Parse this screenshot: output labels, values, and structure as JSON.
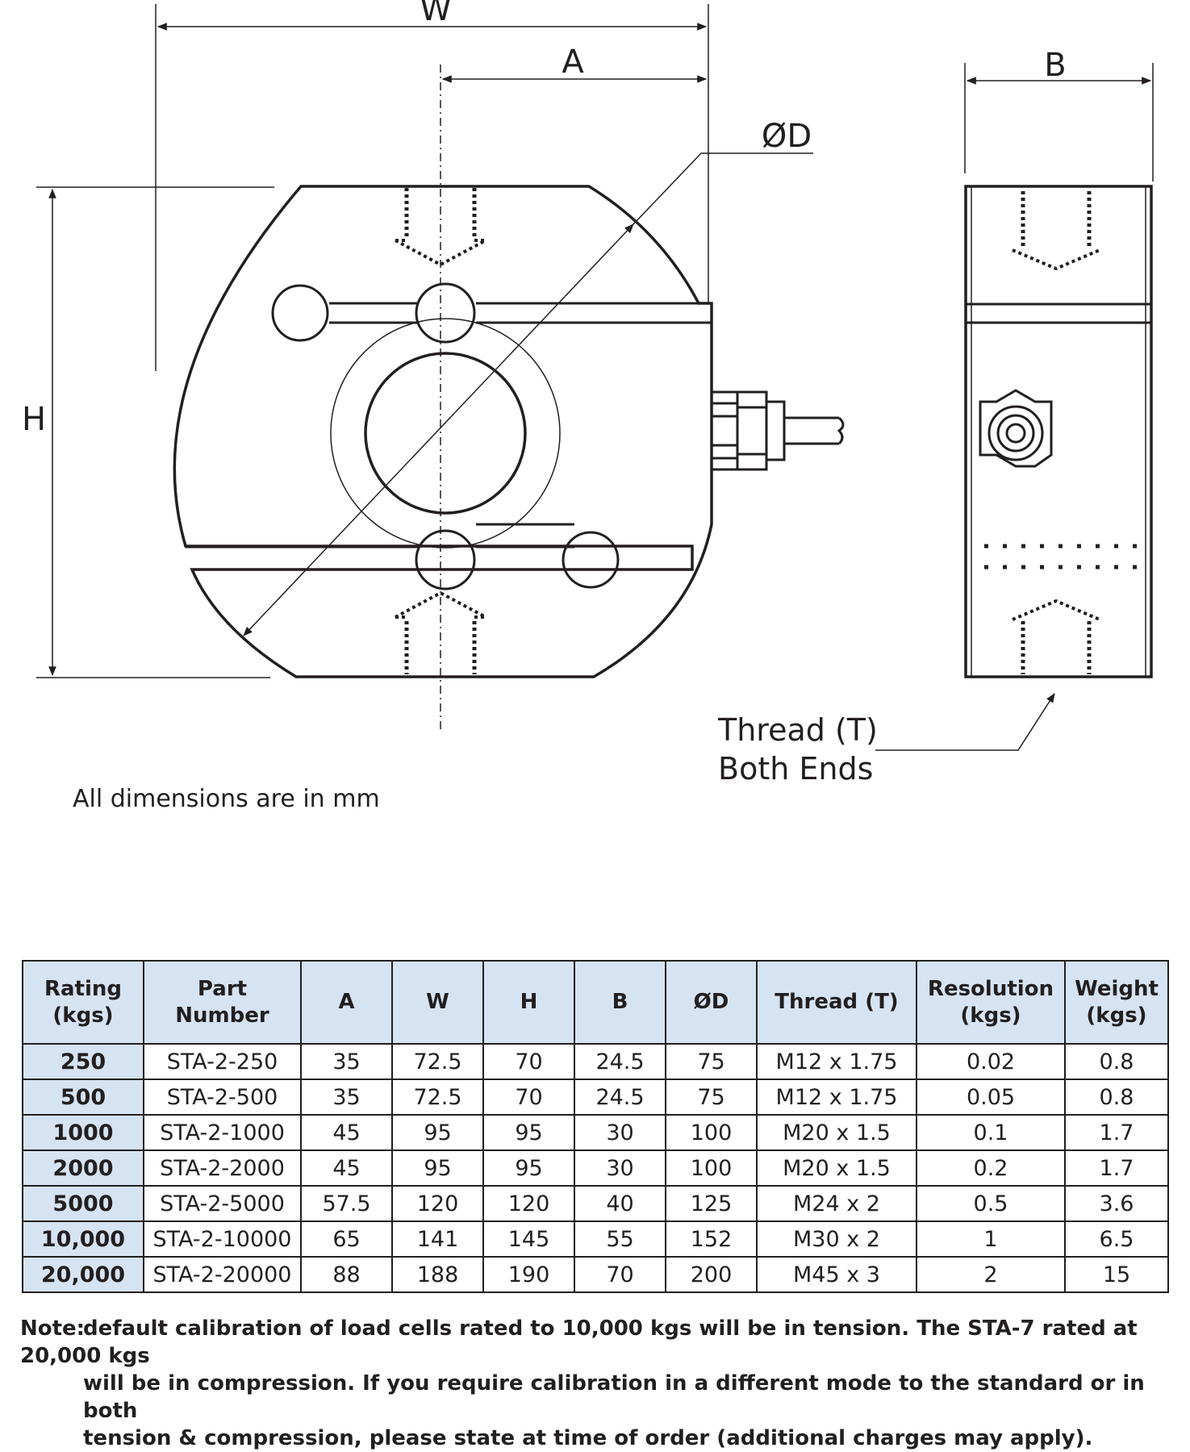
{
  "drawing": {
    "dimension_labels": {
      "w": "W",
      "a": "A",
      "b": "B",
      "d": "ØD",
      "h": "H"
    },
    "thread_callout": {
      "line1": "Thread (T)",
      "line2": "Both Ends"
    },
    "units_note": "All dimensions are in mm"
  },
  "table": {
    "headers": [
      [
        "Rating",
        "(kgs)"
      ],
      [
        "Part",
        "Number"
      ],
      [
        "A"
      ],
      [
        "W"
      ],
      [
        "H"
      ],
      [
        "B"
      ],
      [
        "ØD"
      ],
      [
        "Thread (T)"
      ],
      [
        "Resolution",
        "(kgs)"
      ],
      [
        "Weight",
        "(kgs)"
      ]
    ],
    "rows": [
      [
        "250",
        "STA-2-250",
        "35",
        "72.5",
        "70",
        "24.5",
        "75",
        "M12 x 1.75",
        "0.02",
        "0.8"
      ],
      [
        "500",
        "STA-2-500",
        "35",
        "72.5",
        "70",
        "24.5",
        "75",
        "M12 x 1.75",
        "0.05",
        "0.8"
      ],
      [
        "1000",
        "STA-2-1000",
        "45",
        "95",
        "95",
        "30",
        "100",
        "M20 x 1.5",
        "0.1",
        "1.7"
      ],
      [
        "2000",
        "STA-2-2000",
        "45",
        "95",
        "95",
        "30",
        "100",
        "M20 x 1.5",
        "0.2",
        "1.7"
      ],
      [
        "5000",
        "STA-2-5000",
        "57.5",
        "120",
        "120",
        "40",
        "125",
        "M24 x 2",
        "0.5",
        "3.6"
      ],
      [
        "10,000",
        "STA-2-10000",
        "65",
        "141",
        "145",
        "55",
        "152",
        "M30 x 2",
        "1",
        "6.5"
      ],
      [
        "20,000",
        "STA-2-20000",
        "88",
        "188",
        "190",
        "70",
        "200",
        "M45 x 3",
        "2",
        "15"
      ]
    ]
  },
  "footnote": {
    "label": "Note:",
    "line1": "default calibration of load cells rated to 10,000 kgs will be in tension. The STA-7 rated at 20,000 kgs",
    "line2": "will be in compression. If you require calibration in a different mode to the standard or in both",
    "line3": "tension & compression, please state at time of order (additional charges may apply)."
  },
  "colors": {
    "line": "#231f20",
    "header_fill": "#d6e3f3"
  }
}
